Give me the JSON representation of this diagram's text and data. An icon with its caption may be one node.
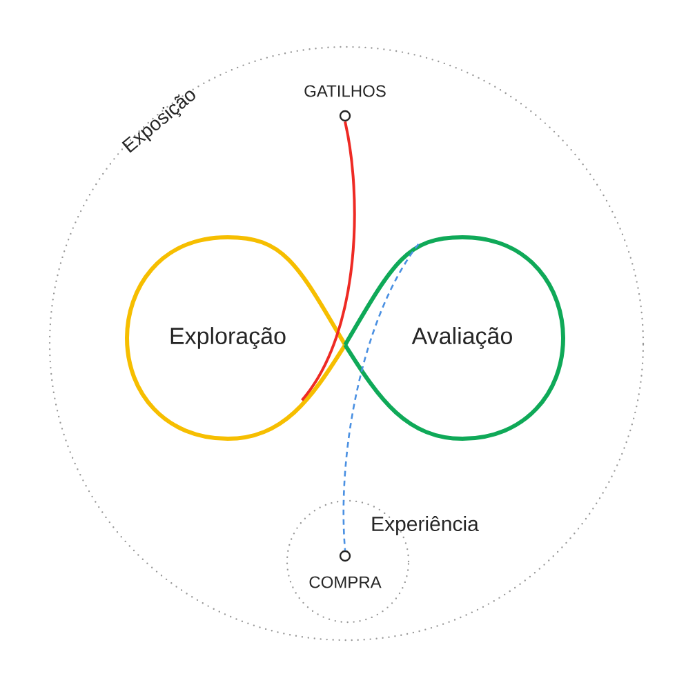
{
  "diagram": {
    "nodes": [
      {
        "text": [
          "Exposição"
        ]
      },
      {
        "text": [
          "GATILHOS"
        ],
        "in": 0
      },
      {
        "text": [
          "Exploração"
        ],
        "in": 0
      },
      {
        "text": [
          "Avaliação"
        ],
        "in": 0
      },
      {
        "text": [
          "Experiência"
        ],
        "in": 0
      },
      {
        "text": [
          "COMPRA"
        ],
        "in": 4
      }
    ],
    "edges": [
      {
        "from": 1,
        "to": 2,
        "arrow": "none",
        "color": "#ee2a24"
      },
      {
        "from": 3,
        "to": 5,
        "arrow": "none",
        "style": "dashed",
        "color": "#4a90e2"
      }
    ]
  }
}
